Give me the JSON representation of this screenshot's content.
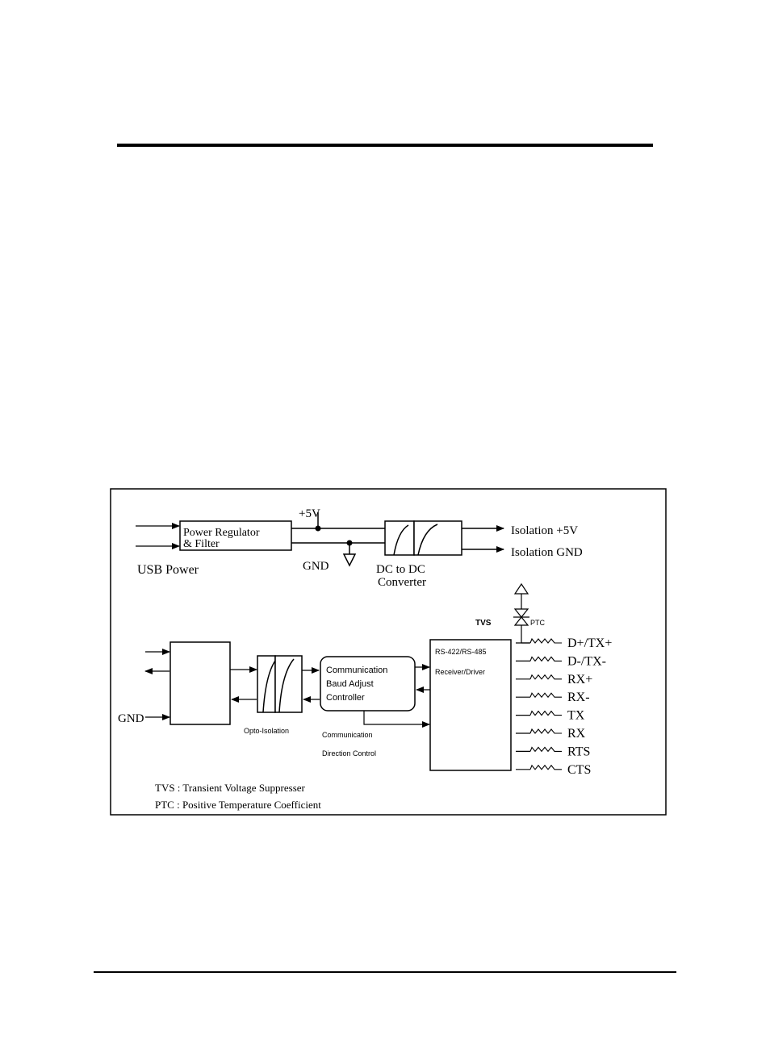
{
  "diagram": {
    "power": {
      "regulator_line1": "Power Regulator",
      "regulator_line2": "& Filter",
      "usb_power": "USB Power",
      "plus5v": "+5V",
      "gnd": "GND",
      "dcdc_line1": "DC to DC",
      "dcdc_line2": "Converter",
      "iso_5v": "Isolation +5V",
      "iso_gnd": "Isolation GND"
    },
    "signal": {
      "gnd": "GND",
      "opto_isolation": "Opto-Isolation",
      "controller_line1": "Communication",
      "controller_line2": "Baud Adjust",
      "controller_line3": "Controller",
      "direction_line1": "Communication",
      "direction_line2": "Direction Control",
      "transceiver_line1": "RS-422/RS-485",
      "transceiver_line2": "Receiver/Driver",
      "tvs": "TVS",
      "ptc": "PTC"
    },
    "outputs": [
      "D+/TX+",
      "D-/TX-",
      "RX+",
      "RX-",
      "TX",
      "RX",
      "RTS",
      "CTS"
    ],
    "legend": {
      "tvs": "TVS : Transient Voltage Suppresser",
      "ptc": "PTC : Positive Temperature Coefficient"
    }
  }
}
